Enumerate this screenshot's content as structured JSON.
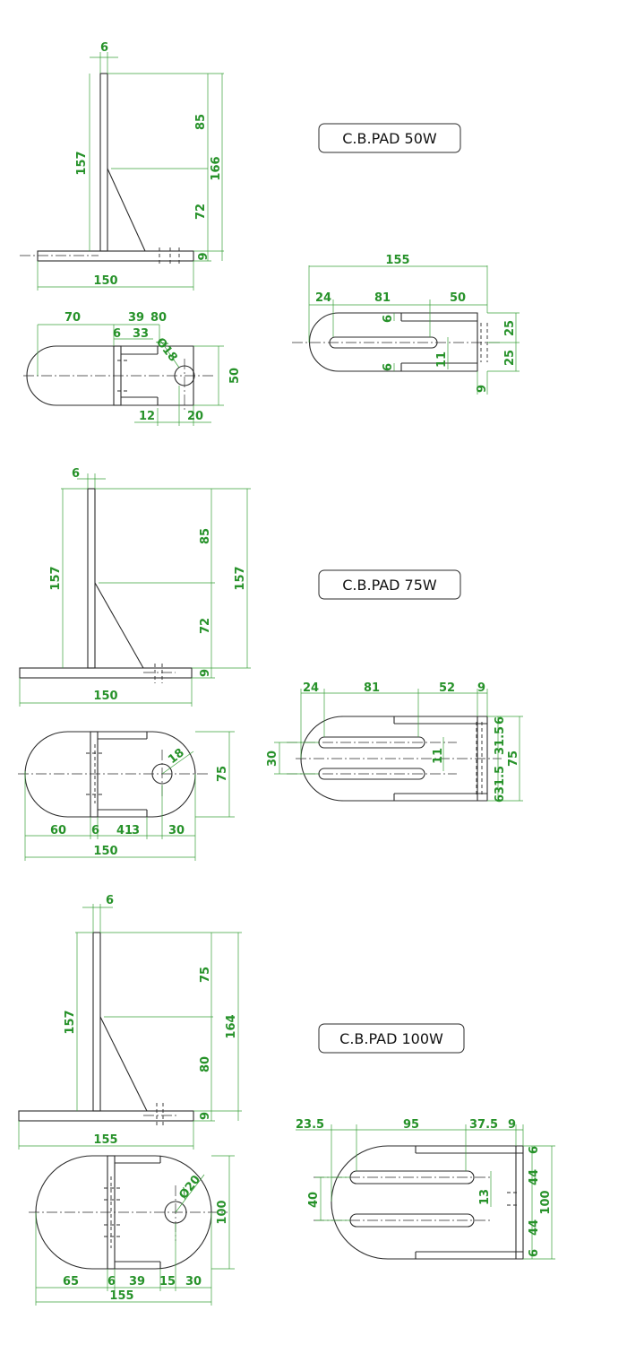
{
  "labels": {
    "pad50": "C.B.PAD 50W",
    "pad75": "C.B.PAD 75W",
    "pad100": "C.B.PAD 100W"
  },
  "d50": {
    "s_thk": "6",
    "s_h": "157",
    "s_up": "85",
    "s_low": "72",
    "s_tot": "166",
    "s_base": "9",
    "s_len": "150",
    "t_70": "70",
    "t_39": "39",
    "t_80": "80",
    "t_6": "6",
    "t_33": "33",
    "t_dia": "Ø18",
    "t_w": "50",
    "t_12": "12",
    "t_20": "20",
    "p_tot": "155",
    "p_24": "24",
    "p_81": "81",
    "p_50": "50",
    "p_6a": "6",
    "p_6b": "6",
    "p_11": "11",
    "p_25a": "25",
    "p_25b": "25",
    "p_9": "9"
  },
  "d75": {
    "s_thk": "6",
    "s_h": "157",
    "s_up": "85",
    "s_low": "72",
    "s_tot": "157",
    "s_base": "9",
    "s_len": "150",
    "t_dia": "18",
    "t_w": "75",
    "t_60": "60",
    "t_6": "6",
    "t_41": "41",
    "t_3": "3",
    "t_30": "30",
    "t_len": "150",
    "p_24": "24",
    "p_81": "81",
    "p_52": "52",
    "p_9": "9",
    "p_30": "30",
    "p_11": "11",
    "p_6a": "6",
    "p_315a": "31.5",
    "p_315b": "31.5",
    "p_6b": "6",
    "p_75": "75"
  },
  "d100": {
    "s_thk": "6",
    "s_h": "157",
    "s_up": "75",
    "s_low": "80",
    "s_tot": "164",
    "s_base": "9",
    "s_len": "155",
    "t_dia": "Ø20",
    "t_w": "100",
    "t_65": "65",
    "t_6": "6",
    "t_39": "39",
    "t_15": "15",
    "t_30": "30",
    "t_len": "155",
    "p_235": "23.5",
    "p_95": "95",
    "p_375": "37.5",
    "p_9": "9",
    "p_40": "40",
    "p_13": "13",
    "p_6a": "6",
    "p_44a": "44",
    "p_44b": "44",
    "p_6b": "6",
    "p_100": "100"
  }
}
